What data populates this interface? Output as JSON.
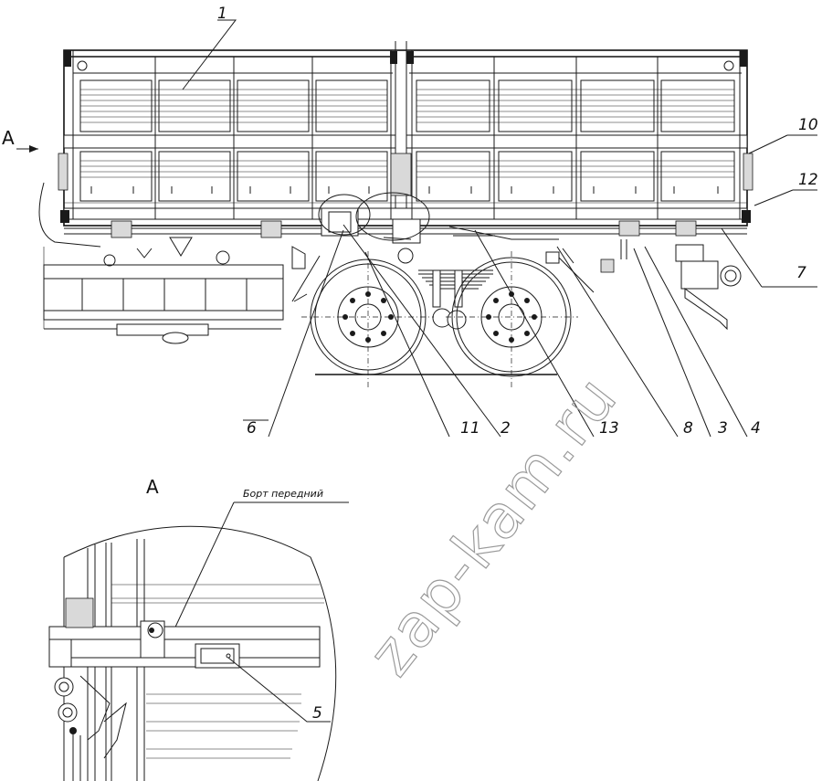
{
  "drawing": {
    "view_label_main": "A",
    "view_label_detail": "A",
    "detail_caption": "Борт передний",
    "watermark": "zap-kam.ru",
    "callouts": [
      "1",
      "10",
      "12",
      "7",
      "6",
      "11",
      "2",
      "13",
      "8",
      "3",
      "4",
      "5"
    ]
  }
}
